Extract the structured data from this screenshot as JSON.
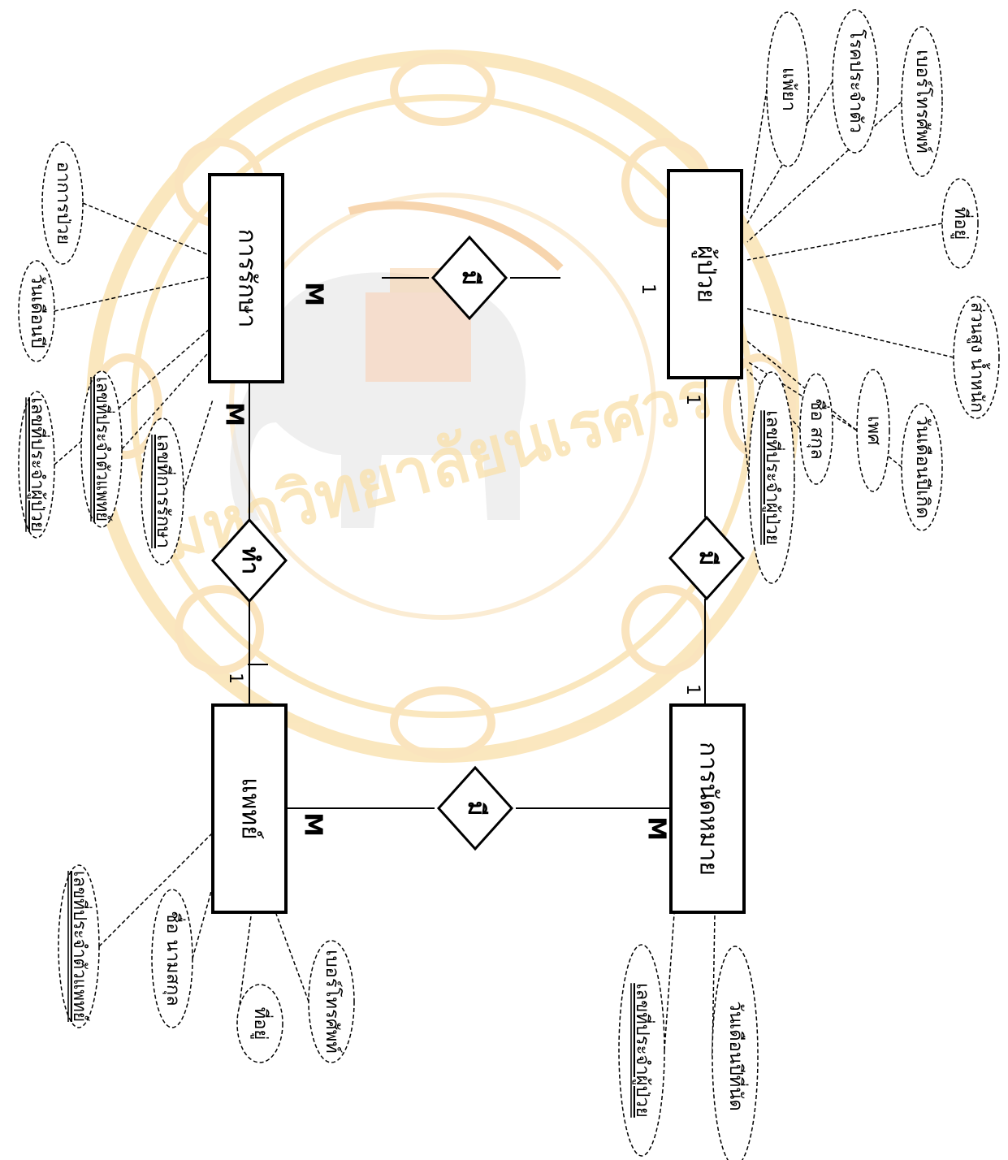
{
  "watermark": {
    "text": "มหาวิทยาลัยนเรศวร"
  },
  "entities": [
    {
      "id": "treatment",
      "label": "การรักษา"
    },
    {
      "id": "patient",
      "label": "ผู้ป่วย"
    },
    {
      "id": "doctor",
      "label": "แพทย์"
    },
    {
      "id": "appointment",
      "label": "การนัดหมาย"
    }
  ],
  "relationships": [
    {
      "id": "rel-do",
      "label": "ทำ"
    },
    {
      "id": "rel-has-top",
      "label": "มี"
    },
    {
      "id": "rel-has-right",
      "label": "มี"
    },
    {
      "id": "rel-has-bottom",
      "label": "มี"
    }
  ],
  "cardinalities": [
    {
      "id": "card-treat-right",
      "label": "M"
    },
    {
      "id": "card-treat-do",
      "label": "M"
    },
    {
      "id": "card-do-doctor",
      "label": "1"
    },
    {
      "id": "card-patient-left",
      "label": "1"
    },
    {
      "id": "card-patient-has",
      "label": "1"
    },
    {
      "id": "card-appt-has",
      "label": "1"
    },
    {
      "id": "card-doctor-has",
      "label": "M"
    },
    {
      "id": "card-appt-has-bottom",
      "label": "M"
    }
  ],
  "attributes": [
    {
      "id": "t-symptom",
      "label": "อาการป่วย",
      "key": false
    },
    {
      "id": "t-date",
      "label": "วันเดือนปี",
      "key": false
    },
    {
      "id": "t-patient-id",
      "label": "เลขที่ประจำผู้ป่วย",
      "key": true
    },
    {
      "id": "t-doctor-id",
      "label": "เลขที่ประจำตัวแพทย์",
      "key": true
    },
    {
      "id": "t-treatment-id",
      "label": "เลขที่การรักษา",
      "key": true
    },
    {
      "id": "p-allergy",
      "label": "แพ้ยา",
      "key": false
    },
    {
      "id": "p-disease",
      "label": "โรคประจำตัว",
      "key": false
    },
    {
      "id": "p-phone",
      "label": "เบอร์โทรศัพท์",
      "key": false
    },
    {
      "id": "p-address",
      "label": "ที่อยู่",
      "key": false
    },
    {
      "id": "p-height-weight",
      "label": "ส่วนสูง น้ำหนัก",
      "key": false
    },
    {
      "id": "p-birthdate",
      "label": "วันเดือนปีเกิด",
      "key": false
    },
    {
      "id": "p-sex",
      "label": "เพศ",
      "key": false
    },
    {
      "id": "p-name",
      "label": "ชื่อ สกุล",
      "key": false
    },
    {
      "id": "p-patient-id",
      "label": "เลขที่ประจำผู้ป่วย",
      "key": true
    },
    {
      "id": "d-doctor-id",
      "label": "เลขที่ประจำตัวแพทย์",
      "key": true
    },
    {
      "id": "d-name",
      "label": "ชื่อ นามสกุล",
      "key": false
    },
    {
      "id": "d-address",
      "label": "ที่อยู่",
      "key": false
    },
    {
      "id": "d-phone",
      "label": "เบอร์โทรศัพท์",
      "key": false
    },
    {
      "id": "a-patient-id",
      "label": "เลขที่ประจำผู้ป่วย",
      "key": true
    },
    {
      "id": "a-date",
      "label": "วันเดือนปีที่นัด",
      "key": false
    }
  ]
}
